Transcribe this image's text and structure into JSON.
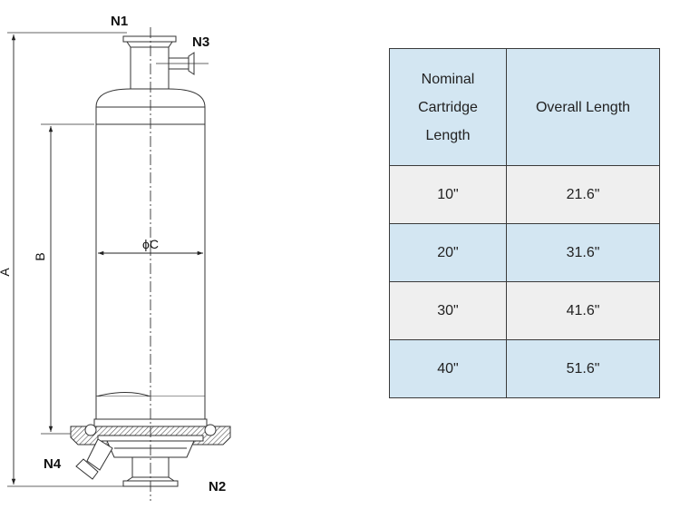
{
  "drawing": {
    "labels": {
      "n1": "N1",
      "n2": "N2",
      "n3": "N3",
      "n4": "N4",
      "dim_a": "A",
      "dim_b": "B",
      "dim_c": "ϕC"
    }
  },
  "table": {
    "headers": {
      "col1_lines": [
        "Nominal",
        "Cartridge",
        "Length"
      ],
      "col2": "Overall Length"
    },
    "rows": [
      {
        "nominal": "10\"",
        "overall": "21.6\""
      },
      {
        "nominal": "20\"",
        "overall": "31.6\""
      },
      {
        "nominal": "30\"",
        "overall": "41.6\""
      },
      {
        "nominal": "40\"",
        "overall": "51.6\""
      }
    ]
  }
}
